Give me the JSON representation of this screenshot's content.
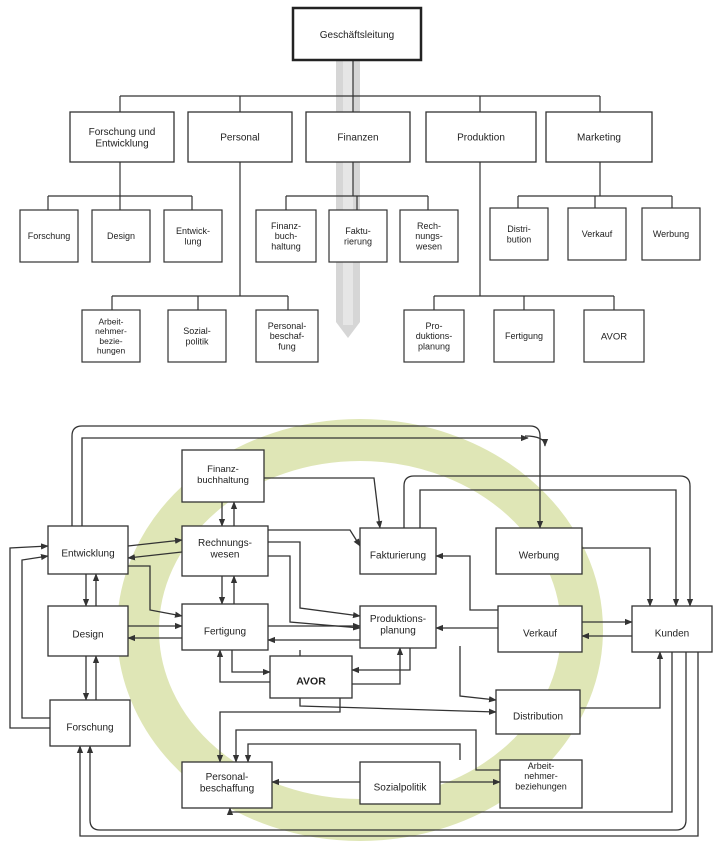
{
  "org_chart": {
    "root": "Geschäftsleitung",
    "departments": [
      {
        "id": "fe",
        "label": "Forschung und\nEntwicklung",
        "children": [
          {
            "id": "fe1",
            "label": "Forschung"
          },
          {
            "id": "fe2",
            "label": "Design"
          },
          {
            "id": "fe3",
            "label": "Entwick-\nlung"
          }
        ]
      },
      {
        "id": "pe",
        "label": "Personal",
        "children": [
          {
            "id": "pe1",
            "label": "Arbeit-\nnehmer-\nbezie-\nhungen"
          },
          {
            "id": "pe2",
            "label": "Sozial-\npolitik"
          },
          {
            "id": "pe3",
            "label": "Personal-\nbeschaf-\nfung"
          }
        ]
      },
      {
        "id": "fi",
        "label": "Finanzen",
        "children": [
          {
            "id": "fi1",
            "label": "Finanz-\nbuch-\nhaltung"
          },
          {
            "id": "fi2",
            "label": "Faktu-\nrierung"
          },
          {
            "id": "fi3",
            "label": "Rech-\nnungs-\nwesen"
          }
        ]
      },
      {
        "id": "pr",
        "label": "Produktion",
        "children": [
          {
            "id": "pr1",
            "label": "Pro-\nduktions-\nplanung"
          },
          {
            "id": "pr2",
            "label": "Fertigung"
          },
          {
            "id": "pr3",
            "label": "AVOR"
          }
        ]
      },
      {
        "id": "ma",
        "label": "Marketing",
        "children": [
          {
            "id": "ma1",
            "label": "Distri-\nbution"
          },
          {
            "id": "ma2",
            "label": "Verkauf"
          },
          {
            "id": "ma3",
            "label": "Werbung"
          }
        ]
      }
    ]
  },
  "network": {
    "nodes": [
      {
        "id": "finanzbuchhaltung",
        "label": "Finanz-\nbuchhaltung"
      },
      {
        "id": "entwicklung",
        "label": "Entwicklung"
      },
      {
        "id": "rechnungswesen",
        "label": "Rechnungs-\nwesen"
      },
      {
        "id": "fakturierung",
        "label": "Fakturierung"
      },
      {
        "id": "werbung",
        "label": "Werbung"
      },
      {
        "id": "design",
        "label": "Design"
      },
      {
        "id": "fertigung",
        "label": "Fertigung"
      },
      {
        "id": "produktionsplanung",
        "label": "Produktions-\nplanung"
      },
      {
        "id": "verkauf",
        "label": "Verkauf"
      },
      {
        "id": "kunden",
        "label": "Kunden"
      },
      {
        "id": "avor",
        "label": "AVOR"
      },
      {
        "id": "forschung",
        "label": "Forschung"
      },
      {
        "id": "distribution",
        "label": "Distribution"
      },
      {
        "id": "personalbeschaffung",
        "label": "Personal-\nbeschaffung"
      },
      {
        "id": "sozialpolitik",
        "label": "Sozialpolitik"
      },
      {
        "id": "arbeitnehmerbeziehungen",
        "label": "Arbeit-\nnehmer-\nbeziehungen"
      }
    ]
  },
  "colors": {
    "line": "#333333",
    "box_fill": "#ffffff",
    "root_border": "#222222",
    "highlight_arrow": "#c8c8c8",
    "ring": "#dfe6b6"
  }
}
